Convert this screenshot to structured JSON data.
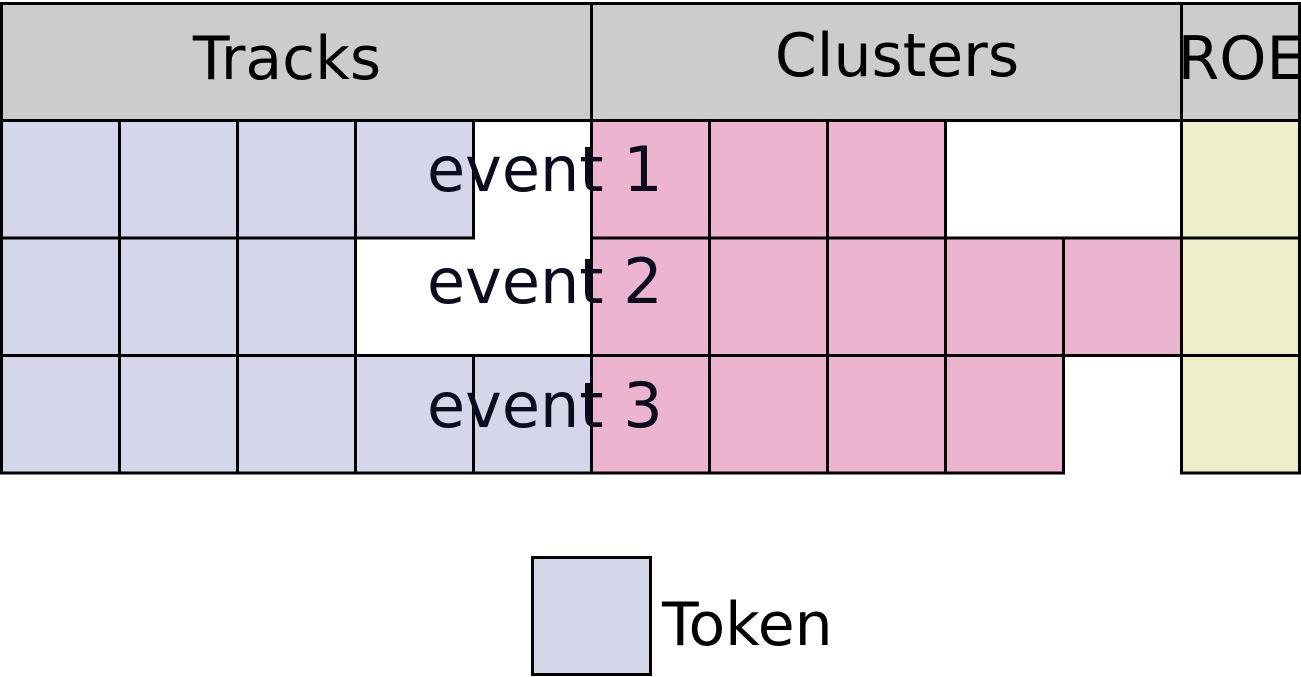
{
  "headers": {
    "tracks": "Tracks",
    "clusters": "Clusters",
    "roe": "ROE"
  },
  "events": [
    {
      "label": "event 1",
      "tracks": 4,
      "clusters": 3,
      "roe": 1
    },
    {
      "label": "event 2",
      "tracks": 3,
      "clusters": 5,
      "roe": 1
    },
    {
      "label": "event 3",
      "tracks": 5,
      "clusters": 4,
      "roe": 1
    }
  ],
  "legend": {
    "label": "Token"
  },
  "colors": {
    "header_fill": "#cccccc",
    "track_fill": "#d5d6ea",
    "cluster_fill": "#ecb4cf",
    "roe_fill": "#eeeecb",
    "stroke": "#000000"
  }
}
